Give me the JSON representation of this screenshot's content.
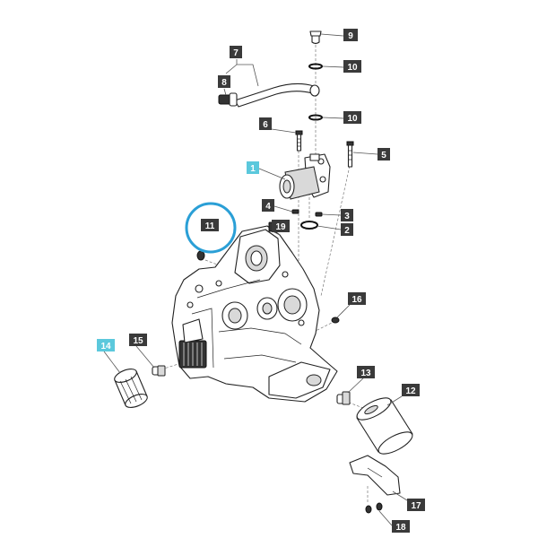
{
  "callouts": [
    {
      "label": "1"
    },
    {
      "label": "2"
    },
    {
      "label": "3"
    },
    {
      "label": "4"
    },
    {
      "label": "5"
    },
    {
      "label": "6"
    },
    {
      "label": "7"
    },
    {
      "label": "8"
    },
    {
      "label": "9"
    },
    {
      "label": "10"
    },
    {
      "label": "10"
    },
    {
      "label": "11"
    },
    {
      "label": "12"
    },
    {
      "label": "13"
    },
    {
      "label": "14"
    },
    {
      "label": "15"
    },
    {
      "label": "16"
    },
    {
      "label": "17"
    },
    {
      "label": "18"
    },
    {
      "label": "19"
    }
  ],
  "colors": {
    "callout_box": "#3a3a3a",
    "callout_highlight": "#5bc8dc",
    "selection_circle": "#2a9fd6"
  },
  "highlighted_callouts": [
    "1",
    "14"
  ],
  "selected_callout": "11"
}
